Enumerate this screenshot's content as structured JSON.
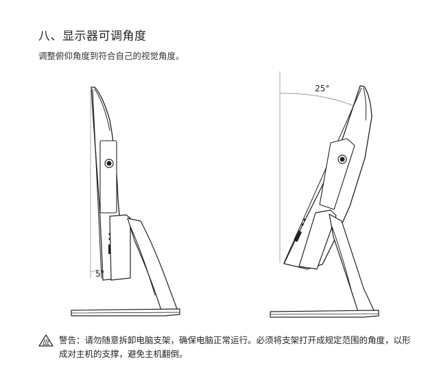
{
  "section": {
    "heading": "八、显示器可调角度",
    "subtitle": "调整俯仰角度到符合自己的视觉角度。"
  },
  "figures": {
    "left_angle": "5°",
    "right_angle": "25°"
  },
  "warning": {
    "icon": "hot-surface-warning-icon",
    "text": "警告：请勿随意拆卸电脑支架，确保电脑正常运行。必须将支架打开成规定范围的角度，以形成对主机的支撑，避免主机翻倒。"
  }
}
